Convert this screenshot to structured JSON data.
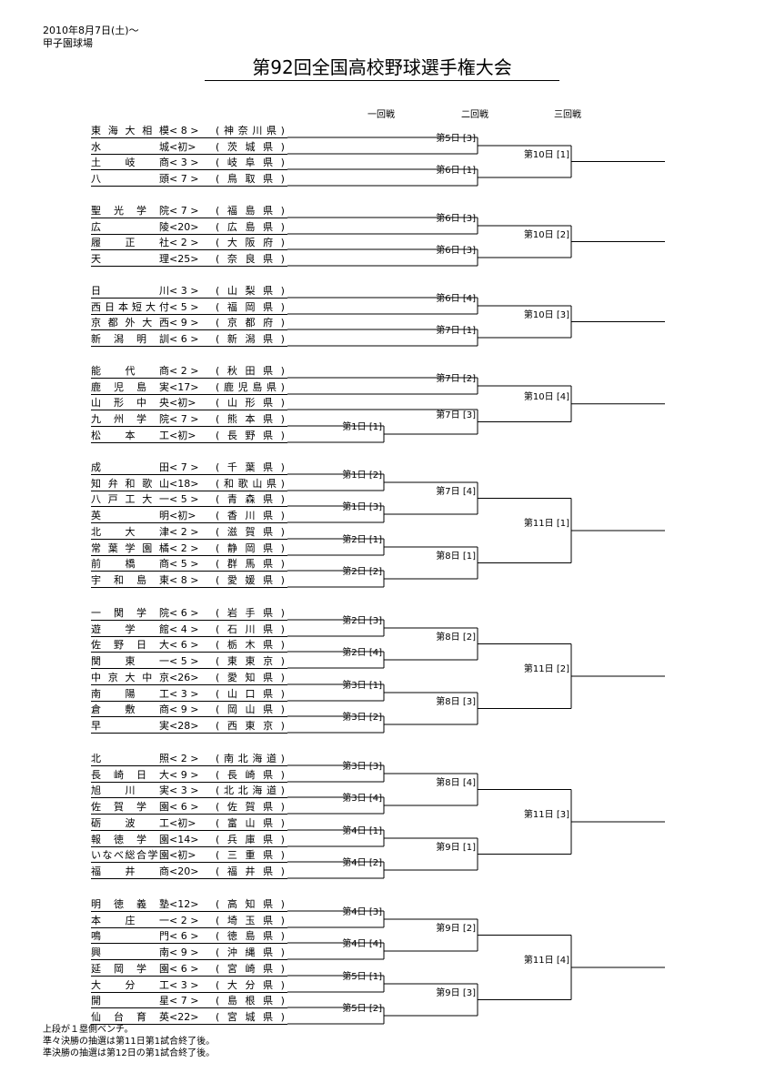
{
  "header": {
    "date": "2010年8月7日(土)～",
    "venue": "甲子園球場",
    "title": "第92回全国高校野球選手権大会"
  },
  "rounds": [
    "一回戦",
    "二回戦",
    "三回戦"
  ],
  "teams": [
    {
      "name": "東海大相模",
      "seed": "< 8 >",
      "pref": "(神奈川県)"
    },
    {
      "name": "水城",
      "seed": "<初>",
      "pref": "(茨城県)"
    },
    {
      "name": "土岐商",
      "seed": "< 3 >",
      "pref": "(岐阜県)"
    },
    {
      "name": "八頭",
      "seed": "< 7 >",
      "pref": "(鳥取県)"
    },
    {
      "name": "聖光学院",
      "seed": "< 7 >",
      "pref": "(福島県)"
    },
    {
      "name": "広陵",
      "seed": "<20>",
      "pref": "(広島県)"
    },
    {
      "name": "履正社",
      "seed": "< 2 >",
      "pref": "(大阪府)"
    },
    {
      "name": "天理",
      "seed": "<25>",
      "pref": "(奈良県)"
    },
    {
      "name": "日川",
      "seed": "< 3 >",
      "pref": "(山梨県)"
    },
    {
      "name": "西日本短大付",
      "seed": "< 5 >",
      "pref": "(福岡県)"
    },
    {
      "name": "京都外大西",
      "seed": "< 9 >",
      "pref": "(京都府)"
    },
    {
      "name": "新潟明訓",
      "seed": "< 6 >",
      "pref": "(新潟県)"
    },
    {
      "name": "能代商",
      "seed": "< 2 >",
      "pref": "(秋田県)"
    },
    {
      "name": "鹿児島実",
      "seed": "<17>",
      "pref": "(鹿児島県)"
    },
    {
      "name": "山形中央",
      "seed": "<初>",
      "pref": "(山形県)"
    },
    {
      "name": "九州学院",
      "seed": "< 7 >",
      "pref": "(熊本県)"
    },
    {
      "name": "松本工",
      "seed": "<初>",
      "pref": "(長野県)"
    },
    {
      "name": "成田",
      "seed": "< 7 >",
      "pref": "(千葉県)"
    },
    {
      "name": "知弁和歌山",
      "seed": "<18>",
      "pref": "(和歌山県)"
    },
    {
      "name": "八戸工大一",
      "seed": "< 5 >",
      "pref": "(青森県)"
    },
    {
      "name": "英明",
      "seed": "<初>",
      "pref": "(香川県)"
    },
    {
      "name": "北大津",
      "seed": "< 2 >",
      "pref": "(滋賀県)"
    },
    {
      "name": "常葉学園橘",
      "seed": "< 2 >",
      "pref": "(静岡県)"
    },
    {
      "name": "前橋商",
      "seed": "< 5 >",
      "pref": "(群馬県)"
    },
    {
      "name": "宇和島東",
      "seed": "< 8 >",
      "pref": "(愛媛県)"
    },
    {
      "name": "一関学院",
      "seed": "< 6 >",
      "pref": "(岩手県)"
    },
    {
      "name": "遊学館",
      "seed": "< 4 >",
      "pref": "(石川県)"
    },
    {
      "name": "佐野日大",
      "seed": "< 6 >",
      "pref": "(栃木県)"
    },
    {
      "name": "関東一",
      "seed": "< 5 >",
      "pref": "(東東京)"
    },
    {
      "name": "中京大中京",
      "seed": "<26>",
      "pref": "(愛知県)"
    },
    {
      "name": "南陽工",
      "seed": "< 3 >",
      "pref": "(山口県)"
    },
    {
      "name": "倉敷商",
      "seed": "< 9 >",
      "pref": "(岡山県)"
    },
    {
      "name": "早実",
      "seed": "<28>",
      "pref": "(西東京)"
    },
    {
      "name": "北照",
      "seed": "< 2 >",
      "pref": "(南北海道)"
    },
    {
      "name": "長崎日大",
      "seed": "< 9 >",
      "pref": "(長崎県)"
    },
    {
      "name": "旭川実",
      "seed": "< 3 >",
      "pref": "(北北海道)"
    },
    {
      "name": "佐賀学園",
      "seed": "< 6 >",
      "pref": "(佐賀県)"
    },
    {
      "name": "砺波工",
      "seed": "<初>",
      "pref": "(富山県)"
    },
    {
      "name": "報徳学園",
      "seed": "<14>",
      "pref": "(兵庫県)"
    },
    {
      "name": "いなべ総合学園",
      "seed": "<初>",
      "pref": "(三重県)"
    },
    {
      "name": "福井商",
      "seed": "<20>",
      "pref": "(福井県)"
    },
    {
      "name": "明徳義塾",
      "seed": "<12>",
      "pref": "(高知県)"
    },
    {
      "name": "本庄一",
      "seed": "< 2 >",
      "pref": "(埼玉県)"
    },
    {
      "name": "鳴門",
      "seed": "< 6 >",
      "pref": "(徳島県)"
    },
    {
      "name": "興南",
      "seed": "< 9 >",
      "pref": "(沖縄県)"
    },
    {
      "name": "延岡学園",
      "seed": "< 6 >",
      "pref": "(宮崎県)"
    },
    {
      "name": "大分工",
      "seed": "< 3 >",
      "pref": "(大分県)"
    },
    {
      "name": "開星",
      "seed": "< 7 >",
      "pref": "(島根県)"
    },
    {
      "name": "仙台育英",
      "seed": "<22>",
      "pref": "(宮城県)"
    }
  ],
  "games": {
    "r1": [
      "第1日 [1]",
      "第1日 [2]",
      "第1日 [3]",
      "第2日 [1]",
      "第2日 [2]",
      "第2日 [3]",
      "第2日 [4]",
      "第3日 [1]",
      "第3日 [2]",
      "第3日 [3]",
      "第3日 [4]",
      "第4日 [1]",
      "第4日 [2]",
      "第4日 [3]",
      "第4日 [4]",
      "第5日 [1]",
      "第5日 [2]"
    ],
    "r2": [
      "第5日 [3]",
      "第6日 [1]",
      "第6日 [3]",
      "第6日 [3]",
      "第6日 [4]",
      "第7日 [1]",
      "第7日 [2]",
      "第7日 [3]",
      "第7日 [4]",
      "第8日 [1]",
      "第8日 [2]",
      "第8日 [3]",
      "第8日 [4]",
      "第9日 [1]",
      "第9日 [2]",
      "第9日 [3]"
    ],
    "r3": [
      "第10日 [1]",
      "第10日 [2]",
      "第10日 [3]",
      "第10日 [4]",
      "第11日 [1]",
      "第11日 [2]",
      "第11日 [3]",
      "第11日 [4]"
    ]
  },
  "notes": [
    "上段が１塁側ベンチ。",
    "準々決勝の抽選は第11日第1試合終了後。",
    "準決勝の抽選は第12日の第1試合終了後。"
  ]
}
